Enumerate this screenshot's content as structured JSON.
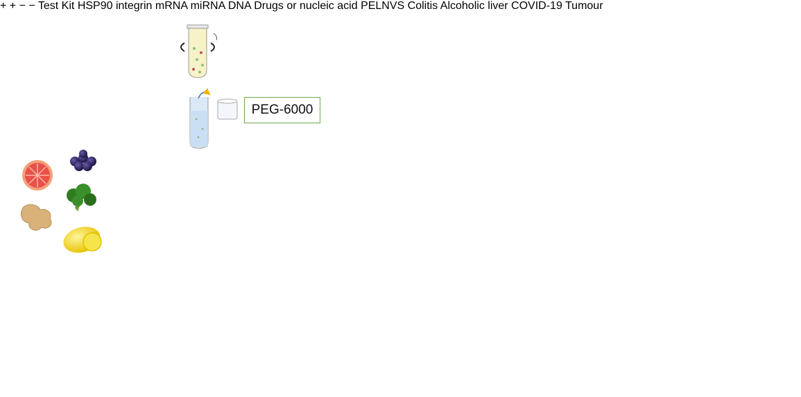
{
  "labels": {
    "peg": "PEG-6000",
    "hsp90": "HSP90",
    "mrna": "mRNA",
    "mirna": "miRNA",
    "dna": "DNA",
    "integrin": "integrin",
    "test_kit": "Test Kit",
    "drugs_line1": "Drugs or",
    "drugs_line2": "nucleic acid",
    "pelnvs": "PELNVS",
    "electrode_plus": "+",
    "electrode_minus": "−"
  },
  "diseases": [
    {
      "label": "Colitis"
    },
    {
      "label": "Alcoholic liver"
    },
    {
      "label": "COVID-19"
    },
    {
      "label": "Tumour"
    }
  ],
  "colors": {
    "arrow": "#f0b400",
    "vesicle_fill": "#d9ecc9",
    "vesicle_stroke": "#8ec27a",
    "bead_green": "#8fbf7f",
    "bead_red": "#b85a5f",
    "kit": "#9acd86",
    "liver": "#c0392b",
    "covid": "#9e4a55"
  },
  "icons": [
    "grapefruit",
    "grape",
    "broccoli",
    "ginger",
    "lemon",
    "centrifuge-tube",
    "flask",
    "filter-column",
    "electrophoresis-box",
    "mouse",
    "liver",
    "virus",
    "rat"
  ]
}
